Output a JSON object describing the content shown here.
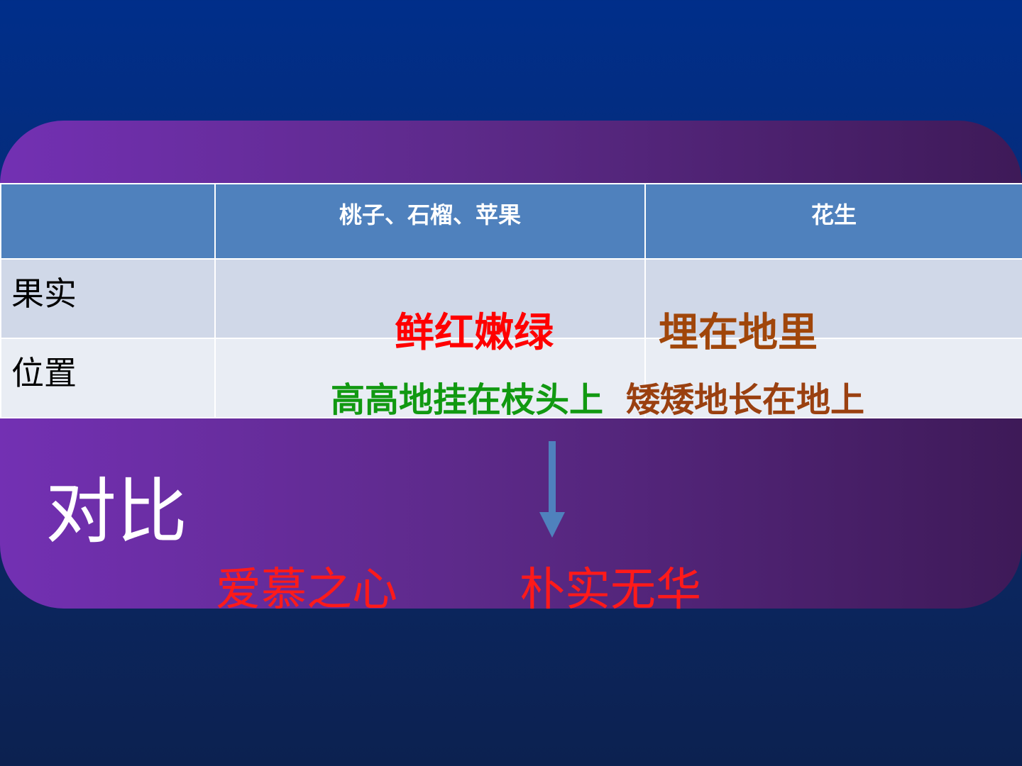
{
  "table": {
    "header": [
      "",
      "桃子、石榴、苹果",
      "花生"
    ],
    "rows": [
      {
        "label": "果实"
      },
      {
        "label": "位置"
      }
    ]
  },
  "annotations": {
    "fruit_color": "鲜红嫩绿",
    "peanut_fruit": "埋在地里",
    "fruit_position": "高高地挂在枝头上",
    "peanut_position": "矮矮地长在地上"
  },
  "title": "对比",
  "conclusions": {
    "left": "爱慕之心",
    "right": "朴实无华"
  },
  "colors": {
    "header_bg": "#4f81bd",
    "row1_bg": "#d0d8e8",
    "row2_bg": "#e9edf4",
    "red": "#ff0000",
    "brown": "#a0460a",
    "green": "#119911",
    "arrow": "#4f81bd"
  },
  "icons": {
    "arrow": "arrow-down-icon"
  }
}
